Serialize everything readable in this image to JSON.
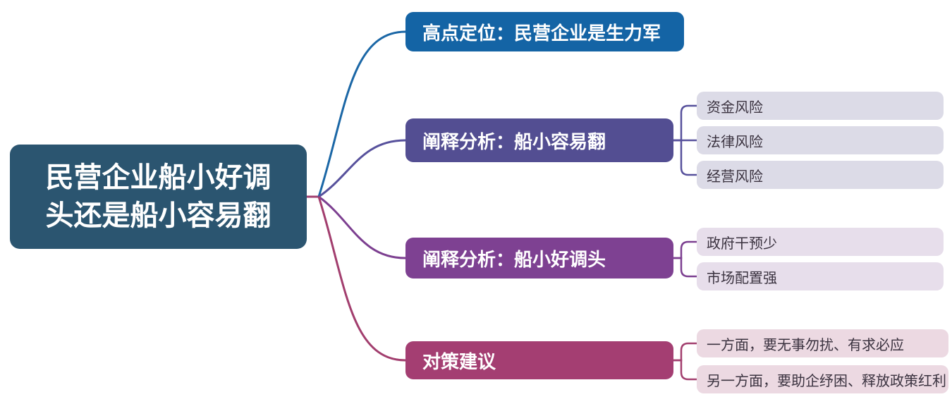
{
  "page": {
    "background_color": "#ffffff",
    "type": "mindmap"
  },
  "root": {
    "label": "民营企业船小好调头还是船小容易翻",
    "lines": [
      "民营企业船小好调",
      "头还是船小容易翻"
    ],
    "color": "#2B5570",
    "text_color": "#ffffff"
  },
  "branches": [
    {
      "label": "高点定位：民营企业是生力军",
      "color": "#1464A5",
      "line_color": "#1B67A6",
      "children": []
    },
    {
      "label": "阐释分析：船小容易翻",
      "color": "#534E92",
      "line_color": "#57519C",
      "child_color": "#DCDBE7",
      "children": [
        {
          "label": "资金风险"
        },
        {
          "label": "法律风险"
        },
        {
          "label": "经营风险"
        }
      ]
    },
    {
      "label": "阐释分析：船小好调头",
      "color": "#7E4192",
      "line_color": "#7C3F90",
      "child_color": "#E7DEEB",
      "children": [
        {
          "label": "政府干预少"
        },
        {
          "label": "市场配置强"
        }
      ]
    },
    {
      "label": "对策建议",
      "color": "#A43E72",
      "line_color": "#A23E6E",
      "child_color": "#ECD9E2",
      "children": [
        {
          "label": "一方面，要无事勿扰、有求必应"
        },
        {
          "label": "另一方面，要助企纾困、释放政策红利"
        }
      ]
    }
  ]
}
